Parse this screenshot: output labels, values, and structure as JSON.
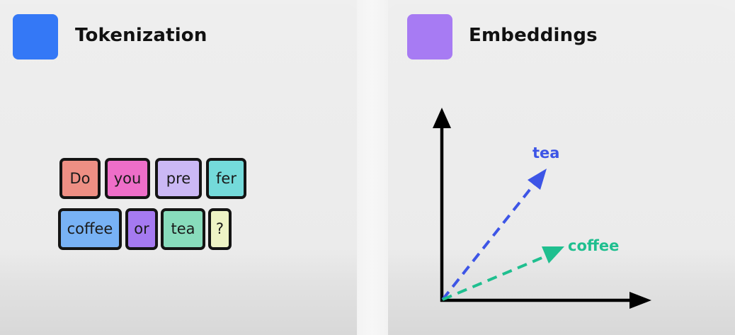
{
  "tokenization": {
    "title": "Tokenization",
    "icon_color": "#3478f6",
    "tokens": [
      {
        "text": "Do",
        "color": "#ee8f84"
      },
      {
        "text": "you",
        "color": "#ee6ec8"
      },
      {
        "text": "pre",
        "color": "#cbb8f5"
      },
      {
        "text": "fer",
        "color": "#74dada"
      },
      {
        "text": "coffee",
        "color": "#78b2f5"
      },
      {
        "text": "or",
        "color": "#a57af0"
      },
      {
        "text": "tea",
        "color": "#88dcbc"
      },
      {
        "text": "?",
        "color": "#eef3c5"
      }
    ]
  },
  "embeddings": {
    "title": "Embeddings",
    "icon_color": "#a77bf3",
    "vectors": [
      {
        "label": "tea",
        "color": "#3d55e6"
      },
      {
        "label": "coffee",
        "color": "#1fbf8f"
      }
    ]
  }
}
